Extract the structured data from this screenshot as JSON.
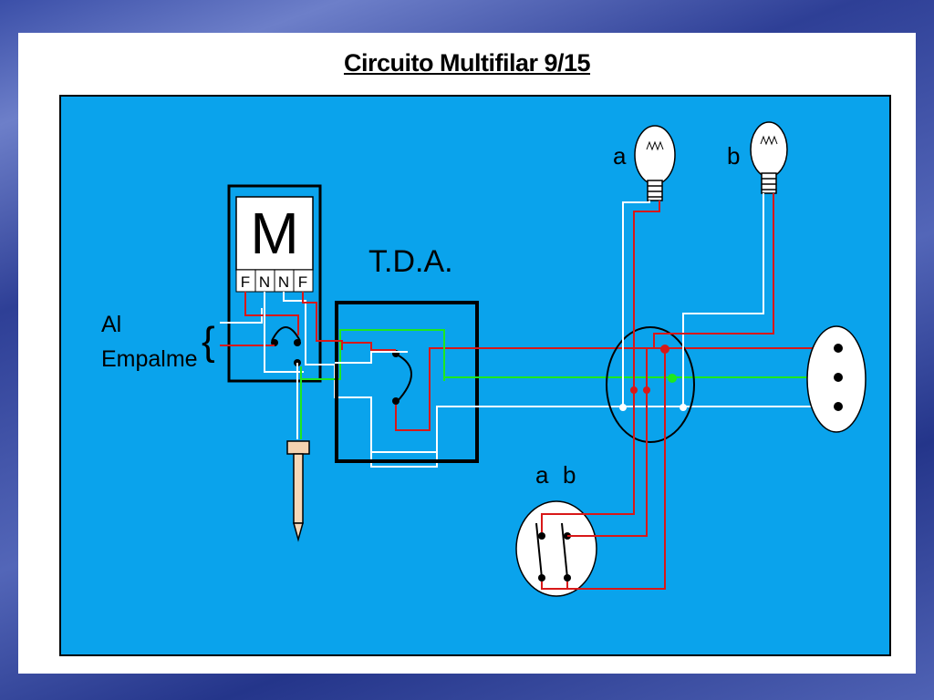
{
  "title": "Circuito Multifilar 9/15",
  "meter": {
    "symbol": "M",
    "terminals": [
      "F",
      "N",
      "N",
      "F"
    ]
  },
  "tda_label": "T.D.A.",
  "feed_label": {
    "line1": "Al",
    "line2": "Empalme"
  },
  "brace": "{",
  "lamps": {
    "a": "a",
    "b": "b"
  },
  "switch_labels": {
    "a": "a",
    "b": "b"
  },
  "wire_colors": {
    "phase": "#d81818",
    "neutral": "#ffffff",
    "ground": "#1ee81e",
    "background": "#0aa3ec"
  }
}
